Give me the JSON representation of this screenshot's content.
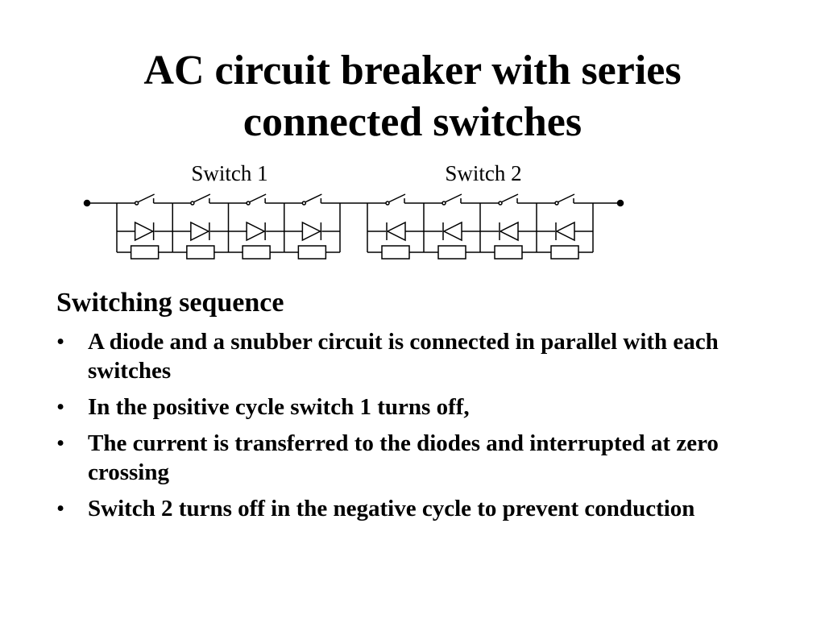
{
  "slide": {
    "title_line1": "AC circuit breaker with series",
    "title_line2": "connected switches"
  },
  "diagram": {
    "label_switch1": "Switch 1",
    "label_switch2": "Switch 2",
    "switch1_diode_direction": "left-to-right",
    "switch2_diode_direction": "right-to-left",
    "cells_per_switch": 4
  },
  "content": {
    "heading": "Switching sequence",
    "bullet_symbol": "•",
    "bullets": [
      "A diode and a snubber circuit is connected in parallel with each switches",
      "In the positive cycle switch 1 turns off,",
      "The current is transferred to the diodes and interrupted at zero crossing",
      "Switch 2 turns off in the negative cycle to prevent conduction"
    ]
  }
}
